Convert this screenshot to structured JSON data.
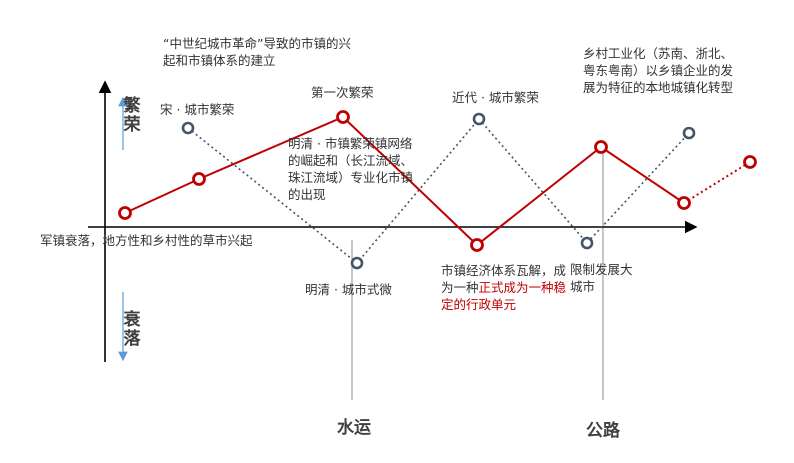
{
  "axis_labels": {
    "up": "繁荣",
    "down": "衰落"
  },
  "annotations": {
    "top_left": "“中世纪城市革命”导致的市镇的兴起和市镇体系的建立",
    "song": "宋 · 城市繁荣",
    "first_boom": "第一次繁荣",
    "mingqing_boom": "明清 · 市镇繁荣镇网络的崛起和（长江流域、珠江流域）专业化市镇的出现",
    "modern": "近代 · 城市繁荣",
    "rural_industry": "乡村工业化（苏南、浙北、粤东粤南）以乡镇企业的发展为特征的本地城镇化转型",
    "left_axis": "军镇衰落，地方性和乡村性的草市兴起",
    "mingqing_decline": "明清 · 城市式微",
    "collapse_prefix": "市镇经济体系瓦解，成为一种",
    "collapse_red": "正式成为一种稳定的行政单元",
    "limit_city": "限制发展大城市",
    "water": "水运",
    "road": "公路"
  },
  "colors": {
    "town_line": "#c00000",
    "city_line": "#44546a",
    "axis": "#000000",
    "arrow_blue": "#5b9bd5",
    "divider": "#8c8c8c"
  }
}
